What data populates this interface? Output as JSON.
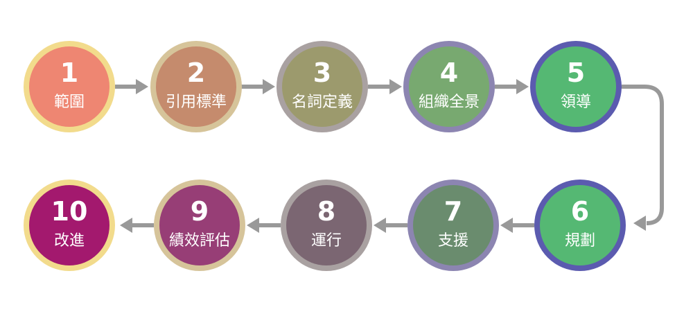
{
  "steps": [
    {
      "number": "1",
      "label": "範圍",
      "fill": "#EE8672",
      "ring": "#F2DB8C"
    },
    {
      "number": "2",
      "label": "引用標準",
      "fill": "#C58B6D",
      "ring": "#D6C49A"
    },
    {
      "number": "3",
      "label": "名詞定義",
      "fill": "#9C9A6D",
      "ring": "#A9A1A1"
    },
    {
      "number": "4",
      "label": "組織全景",
      "fill": "#78A970",
      "ring": "#8C85B1"
    },
    {
      "number": "5",
      "label": "領導",
      "fill": "#55B873",
      "ring": "#5B5BAF"
    },
    {
      "number": "6",
      "label": "規劃",
      "fill": "#55B873",
      "ring": "#5B5BAF"
    },
    {
      "number": "7",
      "label": "支援",
      "fill": "#6A8C6E",
      "ring": "#8C85B1"
    },
    {
      "number": "8",
      "label": "運行",
      "fill": "#7B6672",
      "ring": "#A9A1A1"
    },
    {
      "number": "9",
      "label": "績效評估",
      "fill": "#973E76",
      "ring": "#D6C49A"
    },
    {
      "number": "10",
      "label": "改進",
      "fill": "#A3196E",
      "ring": "#F2DB8C"
    }
  ],
  "arrow_color": "#999999"
}
